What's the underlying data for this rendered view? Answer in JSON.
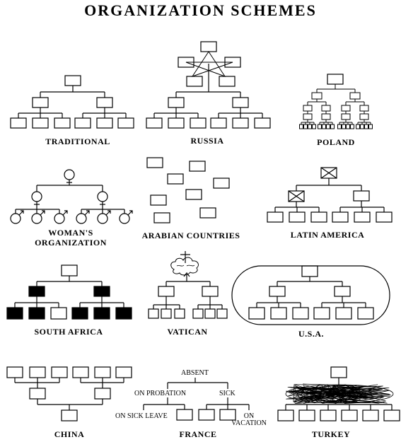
{
  "title": "ORGANIZATION SCHEMES",
  "schemes": {
    "traditional": "TRADITIONAL",
    "russia": "RUSSIA",
    "poland": "POLAND",
    "womans_organization": "WOMAN'S\nORGANIZATION",
    "arabian_countries": "ARABIAN COUNTRIES",
    "latin_america": "LATIN AMERICA",
    "south_africa": "SOUTH AFRICA",
    "vatican": "VATICAN",
    "usa": "U.S.A.",
    "china": "CHINA",
    "france": "FRANCE",
    "turkey": "TURKEY"
  },
  "france_labels": {
    "absent": "ABSENT",
    "on_probation": "ON PROBATION",
    "sick": "SICK",
    "on_sick_leave": "ON SICK LEAVE",
    "on_vacation": "ON\nVACATION"
  },
  "colors": {
    "ink": "#000000",
    "paper": "#ffffff"
  }
}
